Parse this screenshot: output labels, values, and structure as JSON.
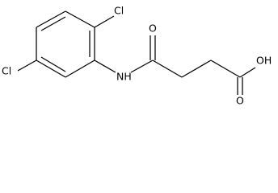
{
  "molecule": {
    "atoms": {
      "cl_top": "Cl",
      "cl_left": "Cl",
      "nh": "NH",
      "o_carbonyl": "O",
      "oh": "OH",
      "o_acid": "O"
    }
  }
}
